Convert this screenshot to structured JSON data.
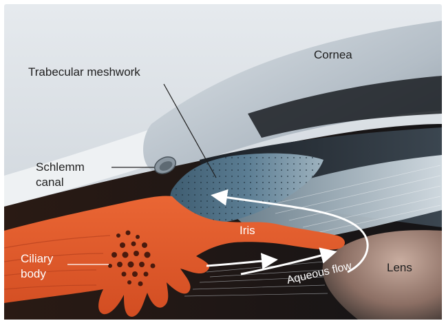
{
  "labels": {
    "cornea": "Cornea",
    "trabecular_meshwork": "Trabecular meshwork",
    "schlemm_line1": "Schlemm",
    "schlemm_line2": "canal",
    "iris": "Iris",
    "ciliary_line1": "Ciliary",
    "ciliary_line2": "body",
    "aqueous_flow": "Aqueous flow",
    "lens": "Lens"
  },
  "colors": {
    "background": "#ffffff",
    "sky_top": "#e6eaee",
    "sky_bottom": "#c6ced5",
    "cornea": "#b9c2ca",
    "tissue_dark": "#14161a",
    "iris_orange": "#e2582a",
    "iris_dark": "#8e2a12",
    "meshwork_blue": "#4d6f86",
    "lens_dark": "#3a3330",
    "lens_light": "#b79a8c",
    "text_dark": "#1e1e1e",
    "text_light": "#ffffff"
  }
}
